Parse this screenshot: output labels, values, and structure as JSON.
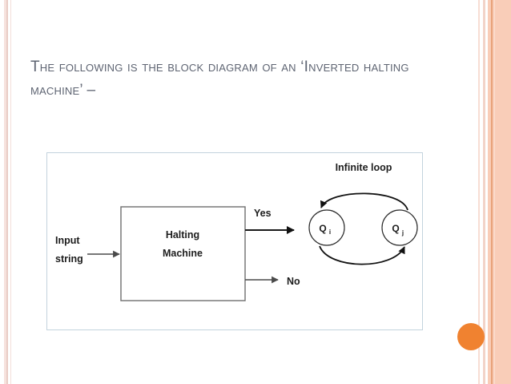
{
  "slide": {
    "title": "The following is the block diagram of an ‘Inverted halting machine’ –",
    "background_color": "#ffffff",
    "title_color": "#5e6472",
    "accent_color": "#f08230",
    "band_color": "#f9cdb8"
  },
  "diagram": {
    "border_color": "#c3d3dd",
    "box": {
      "label_line1": "Halting",
      "label_line2": "Machine",
      "stroke": "#6e6e6e"
    },
    "input_label_line1": "Input",
    "input_label_line2": "string",
    "output_yes": "Yes",
    "output_no": "No",
    "loop_label": "Infinite loop",
    "states": [
      {
        "name": "Q",
        "subscript": "i"
      },
      {
        "name": "Q",
        "subscript": "j"
      }
    ]
  }
}
